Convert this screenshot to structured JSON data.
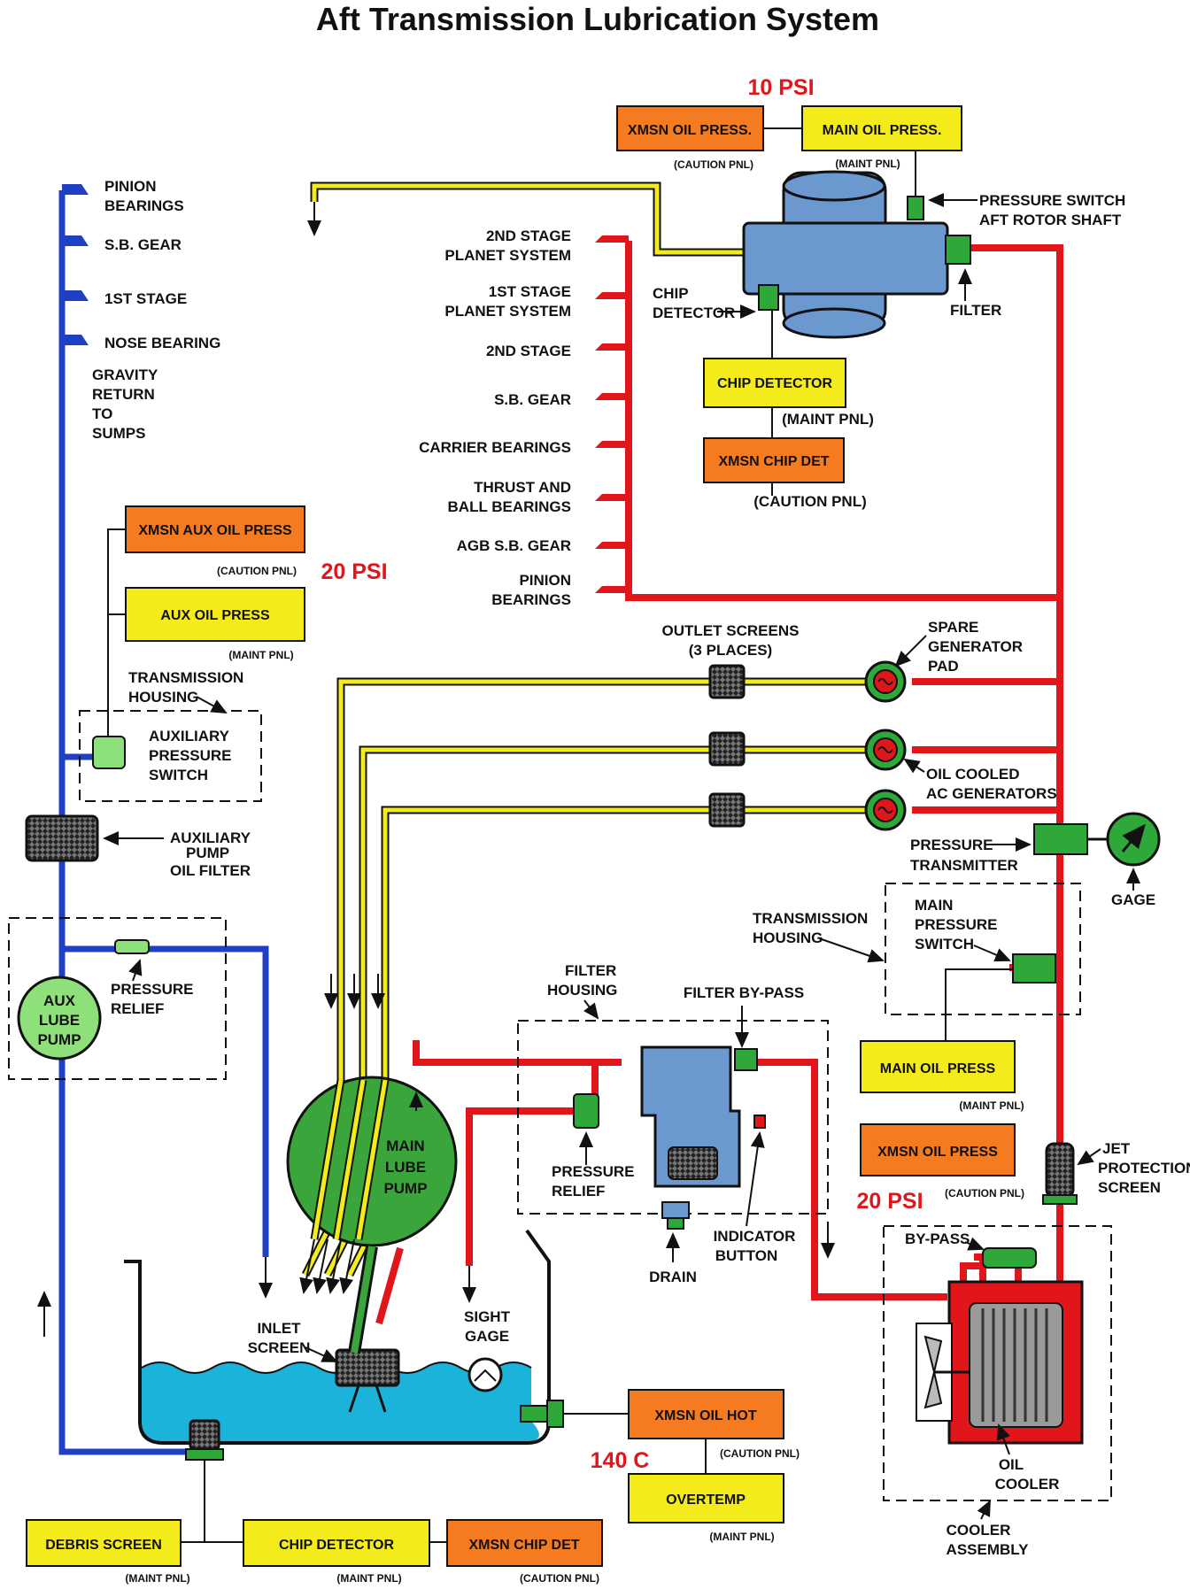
{
  "title": "Aft Transmission Lubrication System",
  "colors": {
    "pressure_line": "#e0161b",
    "return_line": "#1f3fc4",
    "cooling_line": "#f3ec1a",
    "caution_box": "#f47b20",
    "maint_box": "#f4ec1a",
    "switch": "#2fa83a",
    "housing": "#6b98cf",
    "sump_oil": "#1bb3d9",
    "pump": "#3aa53a",
    "aux_pump": "#8ee07a"
  },
  "pressures": {
    "main_top": "10 PSI",
    "aux": "20 PSI",
    "main": "20 PSI",
    "temp": "140 C"
  },
  "boxes": {
    "xmsn_oil_press_top": "XMSN OIL PRESS.",
    "main_oil_press_top": "MAIN OIL PRESS.",
    "chip_detector_top": "CHIP DETECTOR",
    "xmsn_chip_det_top": "XMSN CHIP DET",
    "xmsn_aux_oil_press": "XMSN AUX OIL PRESS",
    "aux_oil_press": "AUX OIL PRESS",
    "main_oil_press": "MAIN OIL PRESS",
    "xmsn_oil_press": "XMSN OIL PRESS",
    "xmsn_oil_hot": "XMSN OIL HOT",
    "overtemp": "OVERTEMP",
    "debris_screen": "DEBRIS SCREEN",
    "chip_detector_bottom": "CHIP DETECTOR",
    "xmsn_chip_det_bottom": "XMSN CHIP DET"
  },
  "panels": {
    "caution": "(CAUTION PNL)",
    "maint": "(MAINT PNL)"
  },
  "labels": {
    "pinion_bearings_1": "PINION",
    "pinion_bearings_2": "BEARINGS",
    "sb_gear": "S.B. GEAR",
    "first_stage": "1ST STAGE",
    "nose_bearing": "NOSE BEARING",
    "gravity_1": "GRAVITY",
    "gravity_2": "RETURN",
    "gravity_3": "TO",
    "gravity_4": "SUMPS",
    "jet_1a": "2ND STAGE",
    "jet_1b": "PLANET SYSTEM",
    "jet_2a": "1ST STAGE",
    "jet_2b": "PLANET SYSTEM",
    "jet_3": "2ND STAGE",
    "jet_4": "S.B. GEAR",
    "jet_5": "CARRIER BEARINGS",
    "jet_6a": "THRUST AND",
    "jet_6b": "BALL BEARINGS",
    "jet_7": "AGB S.B. GEAR",
    "jet_8a": "PINION",
    "jet_8b": "BEARINGS",
    "chip_det_1": "CHIP",
    "chip_det_2": "DETECTOR",
    "pressure_switch_1": "PRESSURE SWITCH",
    "pressure_switch_2": "AFT ROTOR SHAFT",
    "filter": "FILTER",
    "outlet_1": "OUTLET SCREENS",
    "outlet_2": "(3 PLACES)",
    "spare_1": "SPARE",
    "spare_2": "GENERATOR",
    "spare_3": "PAD",
    "oil_cooled_1": "OIL COOLED",
    "oil_cooled_2": "AC GENERATORS",
    "press_trans_1": "PRESSURE",
    "press_trans_2": "TRANSMITTER",
    "gage": "GAGE",
    "trans_housing_r1": "TRANSMISSION",
    "trans_housing_r2": "HOUSING",
    "main_press_sw_1": "MAIN",
    "main_press_sw_2": "PRESSURE",
    "main_press_sw_3": "SWITCH",
    "trans_housing_l1": "TRANSMISSION",
    "trans_housing_l2": "HOUSING",
    "aux_press_sw_1": "AUXILIARY",
    "aux_press_sw_2": "PRESSURE",
    "aux_press_sw_3": "SWITCH",
    "aux_filter_1": "AUXILIARY",
    "aux_filter_2": "PUMP",
    "aux_filter_3": "OIL FILTER",
    "aux_pump_1": "AUX",
    "aux_pump_2": "LUBE",
    "aux_pump_3": "PUMP",
    "press_relief_l1": "PRESSURE",
    "press_relief_l2": "RELIEF",
    "main_pump_1": "MAIN",
    "main_pump_2": "LUBE",
    "main_pump_3": "PUMP",
    "filter_housing_1": "FILTER",
    "filter_housing_2": "HOUSING",
    "filter_bypass": "FILTER BY-PASS",
    "press_relief_c1": "PRESSURE",
    "press_relief_c2": "RELIEF",
    "indicator_1": "INDICATOR",
    "indicator_2": "BUTTON",
    "drain": "DRAIN",
    "jet_screen_1": "JET",
    "jet_screen_2": "PROTECTION",
    "jet_screen_3": "SCREEN",
    "bypass": "BY-PASS",
    "oil_cooler_1": "OIL",
    "oil_cooler_2": "COOLER",
    "cooler_assy_1": "COOLER",
    "cooler_assy_2": "ASSEMBLY",
    "inlet_1": "INLET",
    "inlet_2": "SCREEN",
    "sight_1": "SIGHT",
    "sight_2": "GAGE"
  }
}
